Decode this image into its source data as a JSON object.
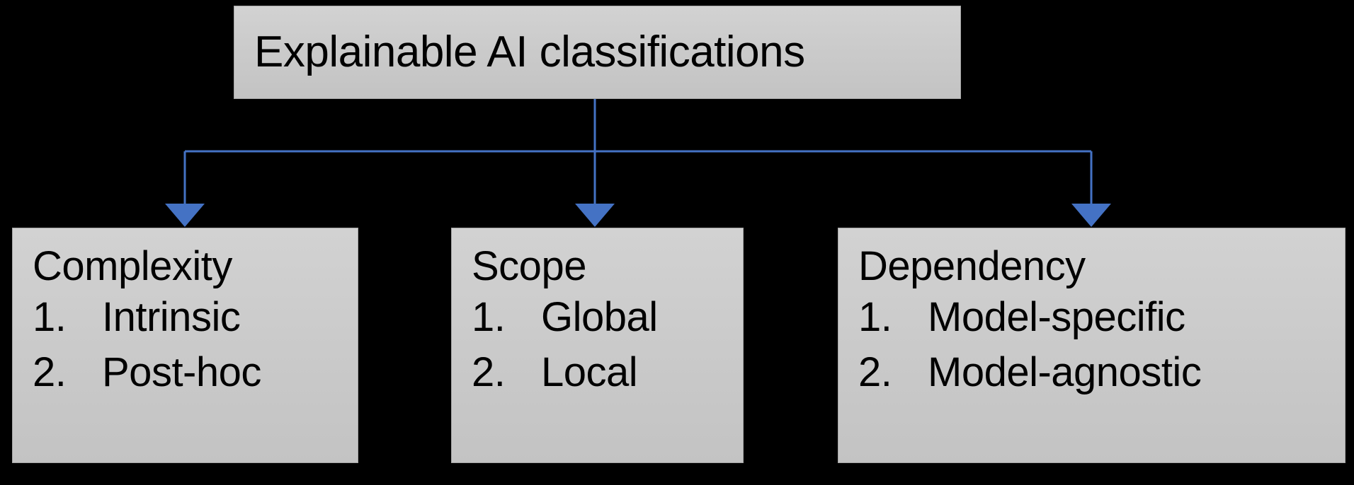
{
  "diagram": {
    "title": "Explainable AI classifications",
    "background_color": "#000000",
    "box_fill_color": "#CBCBCB",
    "box_border_color": "#A6A6A6",
    "connector_color": "#4472C4",
    "text_color": "#000000",
    "root": {
      "label": "Explainable AI classifications"
    },
    "categories": [
      {
        "label": "Complexity",
        "items": [
          {
            "number": "1.",
            "label": "Intrinsic"
          },
          {
            "number": "2.",
            "label": "Post-hoc"
          }
        ]
      },
      {
        "label": "Scope",
        "items": [
          {
            "number": "1.",
            "label": "Global"
          },
          {
            "number": "2.",
            "label": "Local"
          }
        ]
      },
      {
        "label": "Dependency",
        "items": [
          {
            "number": "1.",
            "label": "Model-specific"
          },
          {
            "number": "2.",
            "label": "Model-agnostic"
          }
        ]
      }
    ],
    "connectors": [
      {
        "from": "root",
        "to": "Complexity",
        "arrow": "down-arrow-icon"
      },
      {
        "from": "root",
        "to": "Scope",
        "arrow": "down-arrow-icon"
      },
      {
        "from": "root",
        "to": "Dependency",
        "arrow": "down-arrow-icon"
      }
    ]
  }
}
